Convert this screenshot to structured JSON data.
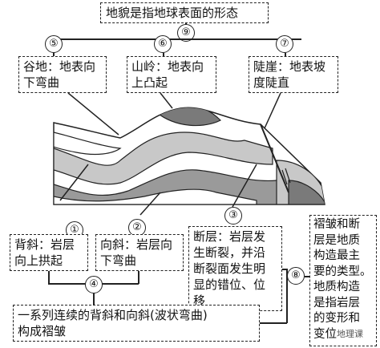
{
  "title": "地貌是指地球表面的形态",
  "labels": {
    "n1": "①",
    "n2": "②",
    "n3": "③",
    "n4": "④",
    "n5": "⑤",
    "n6": "⑥",
    "n7": "⑦",
    "n8": "⑧",
    "n9": "⑨"
  },
  "boxes": {
    "valley": [
      "谷地：地表向",
      "下弯曲"
    ],
    "ridge": [
      "山岭：地表向",
      "上凸起"
    ],
    "cliff": [
      "陡崖：地表坡",
      "度陡直"
    ],
    "anticline": [
      "背斜：岩层",
      "向上拱起"
    ],
    "syncline": [
      "向斜：岩层向",
      "下弯曲"
    ],
    "fault": [
      "断层：岩层发",
      "生断裂，并沿",
      "断裂面发生明",
      "显的错位、位",
      "移"
    ],
    "fold": [
      "一系列连续的背斜和向斜(波状弯曲)",
      "构成褶皱"
    ],
    "summary": [
      "褶皱和断",
      "层是地质",
      "构造最主",
      "要的类型。",
      "地质构造",
      "是指岩层",
      "的变形和",
      "变位"
    ]
  },
  "watermark": "地理课",
  "colors": {
    "light": "#ffffff",
    "mid": "#c8c8c8",
    "dark": "#7a7a7a",
    "line": "#222222"
  }
}
